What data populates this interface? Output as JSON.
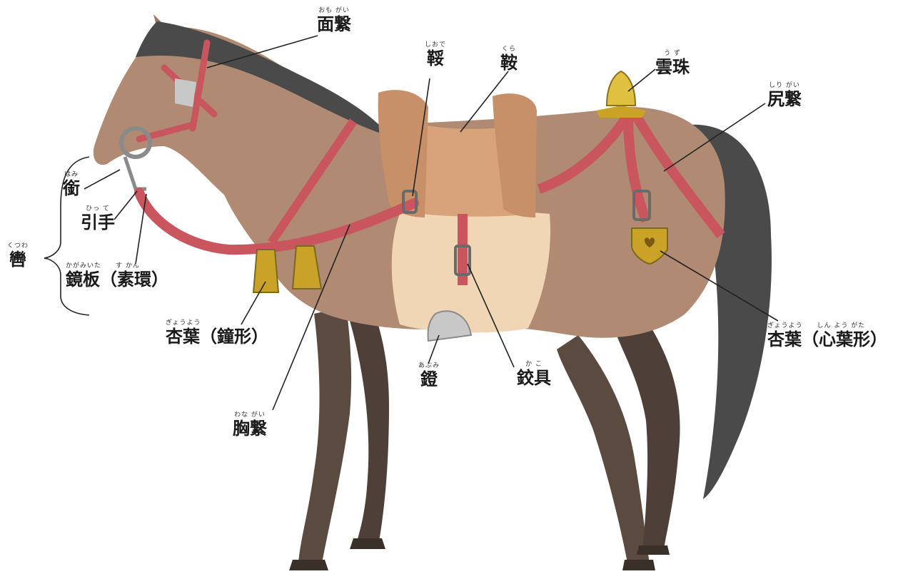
{
  "labels": {
    "omogai": {
      "ruby": "おも がい",
      "text": "面繋"
    },
    "shiode": {
      "ruby": "しおで",
      "text": "鞖"
    },
    "kura": {
      "ruby": "くら",
      "text": "鞍"
    },
    "uzu": {
      "ruby": "う ず",
      "text": "雲珠"
    },
    "shirigai": {
      "ruby": "しり がい",
      "text": "尻繋"
    },
    "hami": {
      "ruby": "はみ",
      "text": "銜"
    },
    "hikite": {
      "ruby": "ひっ て",
      "text": "引手"
    },
    "kutsuwa": {
      "ruby": "くつわ",
      "text": "轡"
    },
    "kagamiita": {
      "ruby": "かがみいた　　す かん",
      "text": "鏡板（素環）"
    },
    "gyoyo_bell": {
      "ruby": "ぎょうよう",
      "text": "杏葉（鐘形）"
    },
    "abumi": {
      "ruby": "あぶみ",
      "text": "鐙"
    },
    "kako": {
      "ruby": "か こ",
      "text": "鉸具"
    },
    "gyoyo_heart": {
      "ruby": "ぎょうよう　　しん よう がた",
      "text": "杏葉（心葉形）"
    },
    "munagai": {
      "ruby": "わな がい",
      "text": "胸繋"
    }
  },
  "colors": {
    "horse_body": "#b08a72",
    "horse_dark": "#5a4a40",
    "mane": "#4a4a4a",
    "strap": "#c9555f",
    "strap_dark": "#9a3a44",
    "saddle": "#d8a27a",
    "saddle_dark": "#b9805a",
    "gold": "#c9a227",
    "silver": "#c8c8c8",
    "panel": "#f0d6b4"
  }
}
